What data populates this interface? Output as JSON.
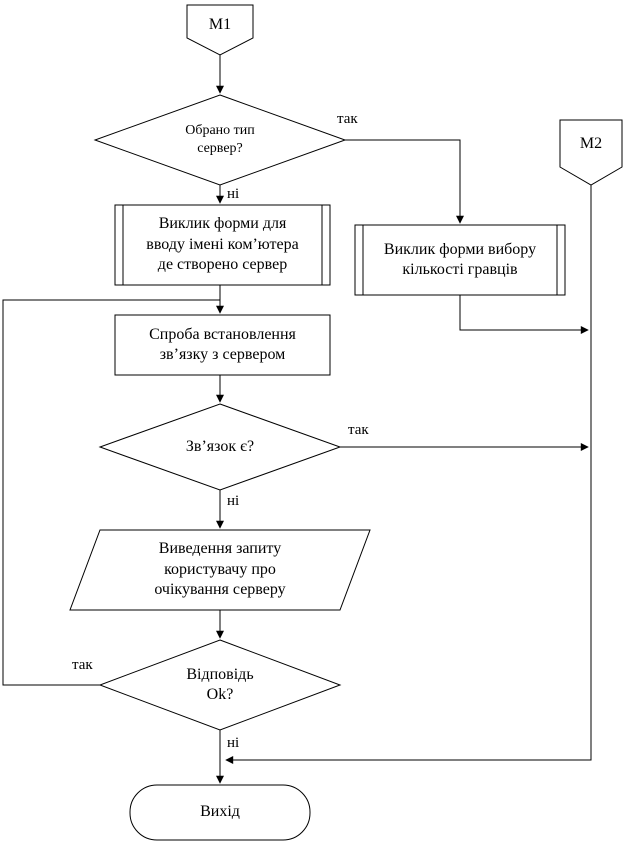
{
  "colors": {
    "stroke": "#000000",
    "background": "#ffffff",
    "text": "#000000"
  },
  "flowchart": {
    "connector_m1": "М1",
    "connector_m2": "М2",
    "decision_server_type": "Обрано тип\nсервер?",
    "predefined_call_name_form": "Виклик форми для\nвводу імені ком’ютера\nде створено сервер",
    "predefined_call_players_form": "Виклик форми вибору\nкількості гравців",
    "process_try_connection": "Спроба встановлення\nзв’язку з сервером",
    "decision_connection": "Зв’язок є?",
    "io_wait_prompt": "Виведення запиту\nкористувачу про\nочікування серверу",
    "decision_answer_ok": "Відповідь\nOk?",
    "terminator_exit": "Вихід",
    "labels": {
      "yes_server_type": "так",
      "no_server_type": "ні",
      "yes_connection": "так",
      "no_connection": "ні",
      "yes_answer": "так",
      "no_answer": "ні"
    }
  }
}
